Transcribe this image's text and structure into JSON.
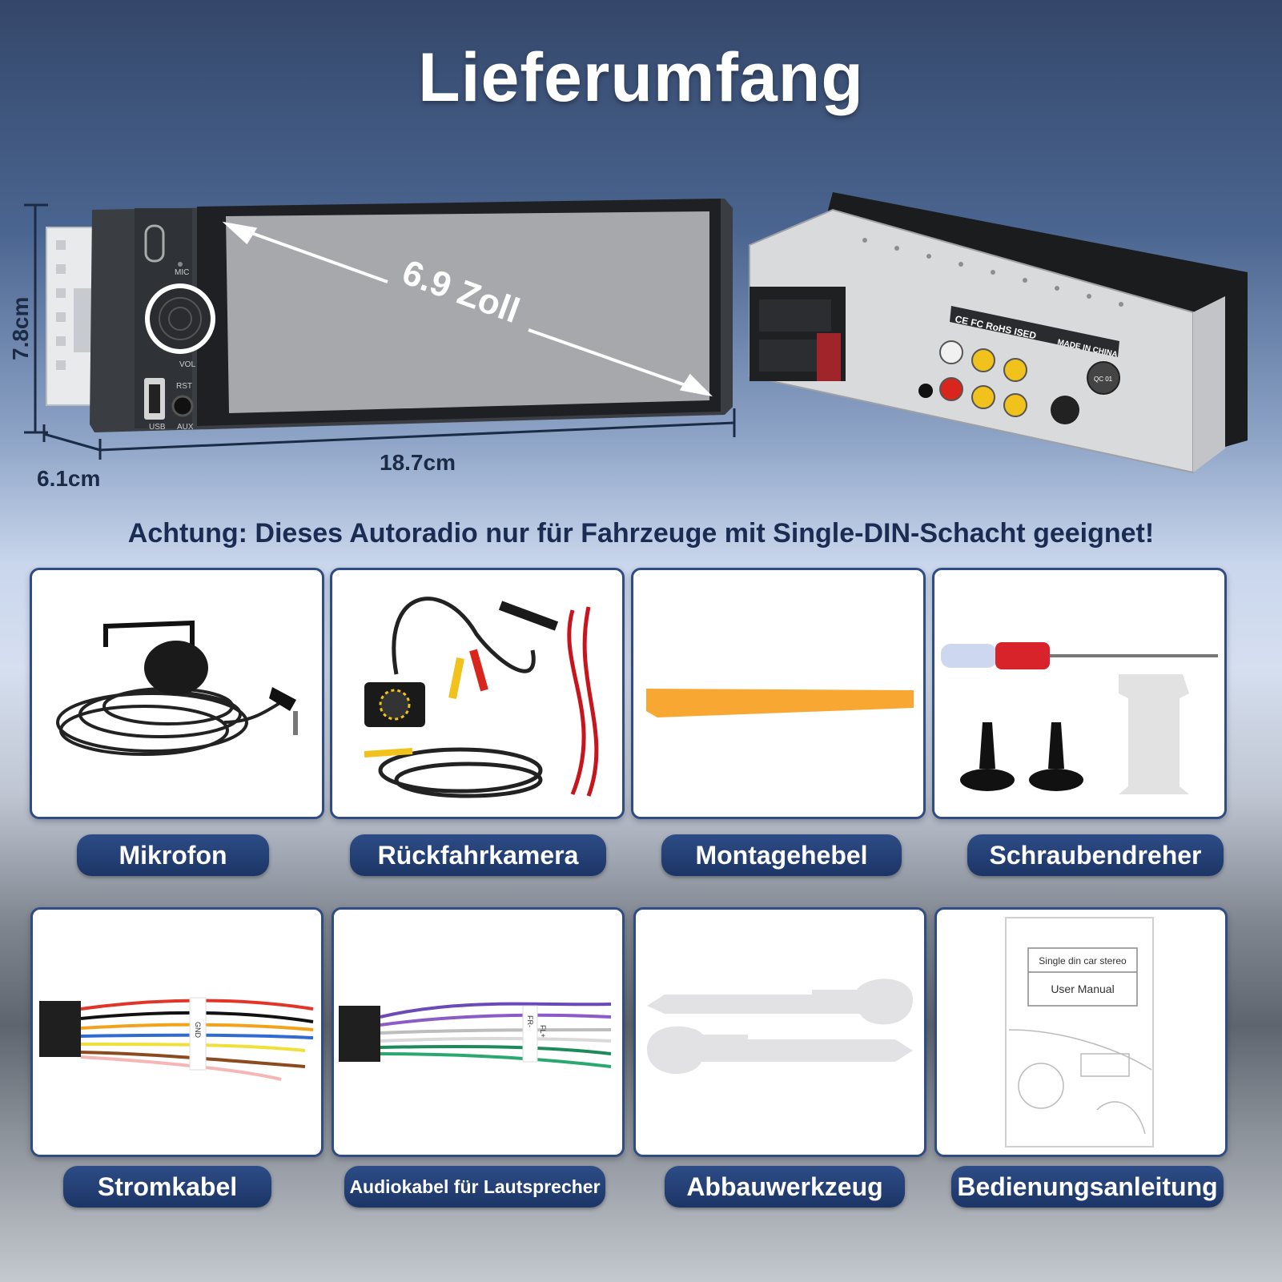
{
  "title": "Lieferumfang",
  "dimensions": {
    "height": "7.8cm",
    "depth": "6.1cm",
    "width": "18.7cm",
    "screen_diagonal": "6.9 Zoll"
  },
  "front_panel": {
    "mic": "MIC",
    "vol": "VOL",
    "rst": "RST",
    "usb": "USB",
    "aux": "AUX"
  },
  "rear_panel": {
    "certifications": "CE FC RoHS ISED",
    "origin": "MADE IN CHINA",
    "qc": "QC 01"
  },
  "warning": "Achtung: Dieses Autoradio nur für Fahrzeuge mit Single-DIN-Schacht geeignet!",
  "items": [
    {
      "label": "Mikrofon",
      "icon": "microphone-icon"
    },
    {
      "label": "Rückfahrkamera",
      "icon": "camera-icon"
    },
    {
      "label": "Montagehebel",
      "icon": "pry-tool-icon"
    },
    {
      "label": "Schraubendreher",
      "icon": "screwdriver-icon"
    },
    {
      "label": "Stromkabel",
      "icon": "power-cable-icon"
    },
    {
      "label": "Audiokabel für Lautsprecher",
      "icon": "speaker-cable-icon"
    },
    {
      "label": "Abbauwerkzeug",
      "icon": "removal-key-icon"
    },
    {
      "label": "Bedienungsanleitung",
      "icon": "manual-icon"
    }
  ],
  "manual": {
    "line1": "Single din car stereo",
    "line2": "User Manual"
  },
  "wire_tags": {
    "gnd": "GND",
    "fr": "FR-",
    "fl": "FL+"
  },
  "colors": {
    "accent": "#1c3566",
    "card_border": "#2f4c85",
    "title": "#ffffff"
  }
}
